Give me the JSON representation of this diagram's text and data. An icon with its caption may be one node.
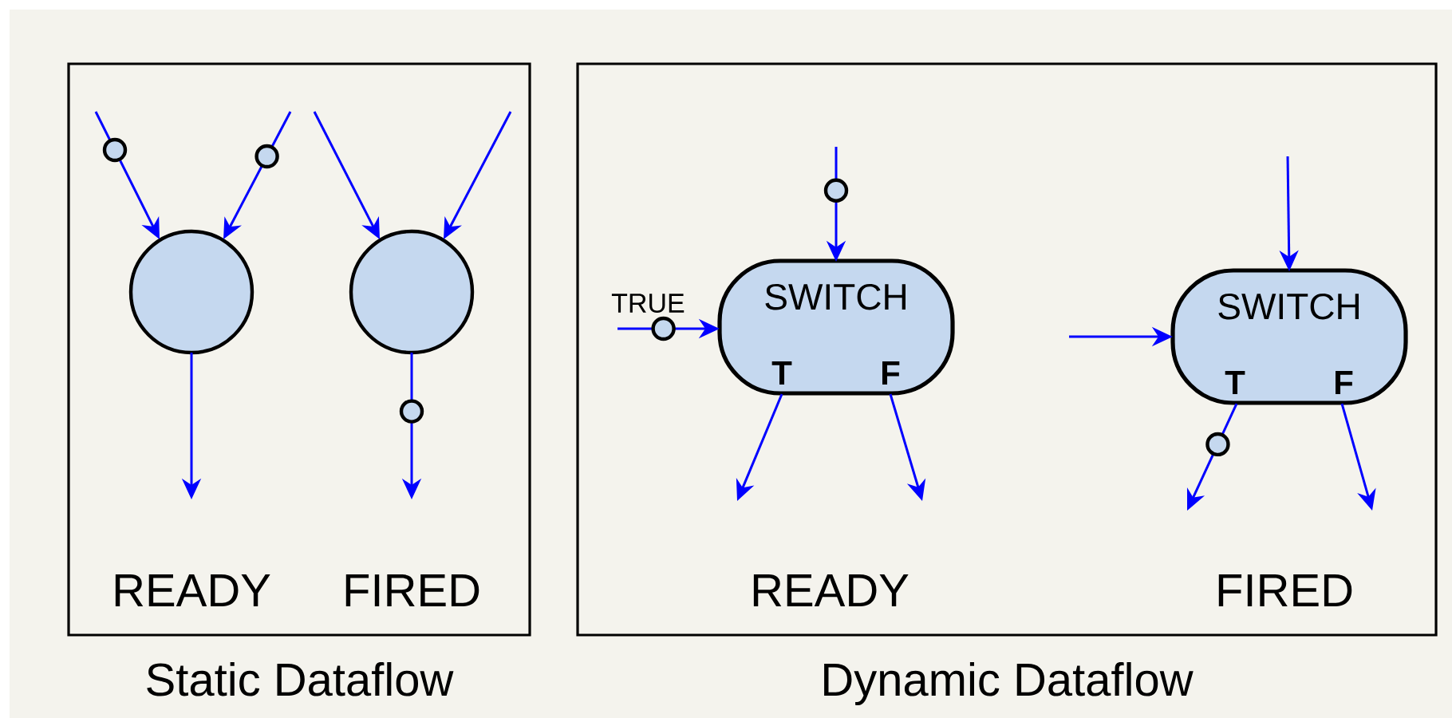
{
  "diagram": {
    "nodes": [
      {
        "text": [
          "Static Dataflow"
        ]
      },
      {
        "text": [],
        "shape": "circle",
        "in": 0
      },
      {
        "text": [],
        "shape": "circle",
        "in": 0
      },
      {
        "text": [
          "Dynamic Dataflow"
        ]
      },
      {
        "text": [
          "SWITCH",
          "T",
          "F"
        ],
        "in": 3
      },
      {
        "text": [
          "SWITCH",
          "T",
          "F"
        ],
        "in": 3
      }
    ],
    "edges": [
      {
        "from": null,
        "to": 1,
        "arrow": "to"
      },
      {
        "from": null,
        "to": 1,
        "arrow": "to"
      },
      {
        "from": 1,
        "to": null,
        "arrow": "to"
      },
      {
        "from": null,
        "to": 2,
        "arrow": "to"
      },
      {
        "from": null,
        "to": 2,
        "arrow": "to"
      },
      {
        "from": 2,
        "to": null,
        "arrow": "to"
      },
      {
        "from": null,
        "to": 4,
        "arrow": "to"
      },
      {
        "from": null,
        "to": 4,
        "arrow": "to",
        "label": "TRUE"
      },
      {
        "from": 4,
        "to": null,
        "arrow": "to"
      },
      {
        "from": 4,
        "to": null,
        "arrow": "to"
      },
      {
        "from": null,
        "to": 5,
        "arrow": "to"
      },
      {
        "from": null,
        "to": 5,
        "arrow": "to"
      },
      {
        "from": 5,
        "to": null,
        "arrow": "to"
      },
      {
        "from": 5,
        "to": null,
        "arrow": "to"
      }
    ],
    "labels": [
      "READY",
      "FIRED",
      "READY",
      "FIRED"
    ]
  }
}
